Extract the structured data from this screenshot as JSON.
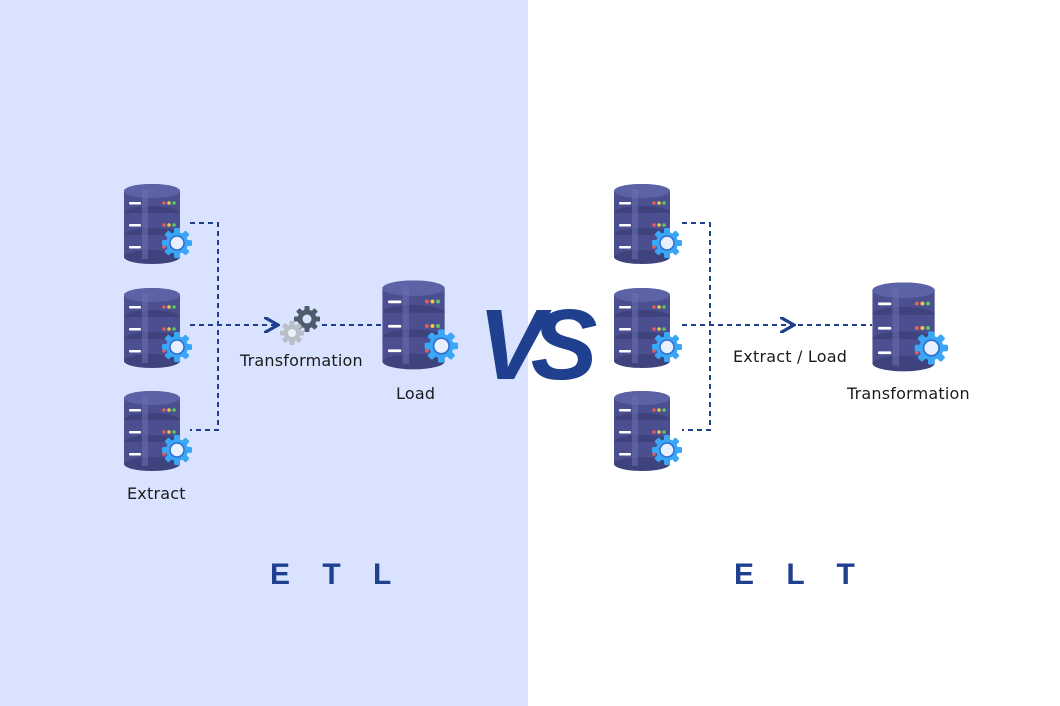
{
  "etl": {
    "title": "E T L",
    "extract_label": "Extract",
    "transformation_label": "Transformation",
    "load_label": "Load"
  },
  "elt": {
    "title": "E L T",
    "extract_load_label": "Extract / Load",
    "transformation_label": "Transformation"
  },
  "vs_text": "VS",
  "colors": {
    "left_background": "#d9e3ff",
    "right_background": "#ffffff",
    "accent": "#1f3f8f",
    "database": "#4b4f8f",
    "gear": "#3aa6f5"
  },
  "icons": [
    "database-server-icon",
    "gear-icon",
    "transformation-gears-icon"
  ]
}
